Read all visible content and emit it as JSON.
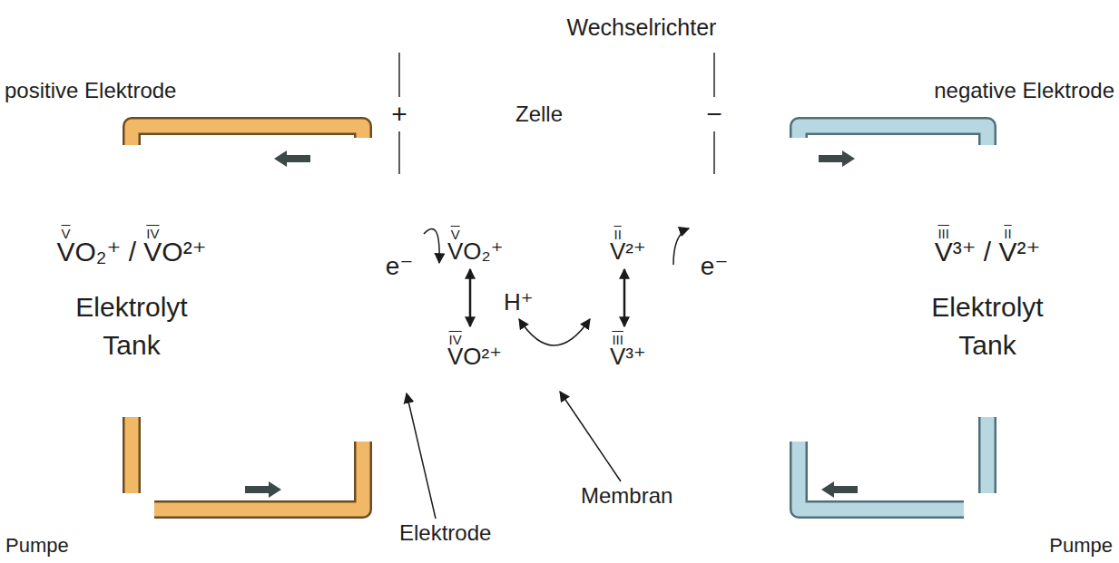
{
  "diagram": {
    "nodes": [
      {
        "text": [
          "Wechselrichter"
        ]
      },
      {
        "text": [
          "+"
        ]
      },
      {
        "text": [
          "−"
        ]
      },
      {
        "text": [
          "VO₂⁺ / VO²⁺",
          "Elektrolyt Tank"
        ]
      },
      {
        "text": [
          "Zelle"
        ]
      },
      {
        "text": [
          "e⁻"
        ],
        "in": 4
      },
      {
        "text": [
          "e⁻"
        ],
        "in": 4
      },
      {
        "text": [
          "V³⁺ / V²⁺",
          "Elektrolyt Tank"
        ]
      },
      {
        "text": [
          "Pumpe"
        ]
      },
      {
        "text": [
          "Pumpe"
        ]
      }
    ],
    "edges": [
      {
        "from": 0,
        "to": 1,
        "arrow": "none"
      },
      {
        "from": 0,
        "to": 2,
        "arrow": "none"
      },
      {
        "from": 1,
        "to": 5,
        "arrow": "none"
      },
      {
        "from": 2,
        "to": 6,
        "arrow": "none"
      },
      {
        "from": 4,
        "to": 3,
        "arrow": "none"
      },
      {
        "from": 3,
        "to": 8,
        "arrow": "none"
      },
      {
        "from": 8,
        "to": 4,
        "arrow": "none"
      },
      {
        "from": 4,
        "to": 7,
        "arrow": "none"
      },
      {
        "from": 7,
        "to": 9,
        "arrow": "none"
      },
      {
        "from": 9,
        "to": 4,
        "arrow": "none"
      }
    ],
    "labels": [
      "positive Elektrode",
      "negative Elektrode",
      "V",
      "IV",
      "V",
      "VO₂⁺",
      "IV",
      "VO²⁺",
      "H⁺",
      "II",
      "V²⁺",
      "III",
      "V³⁺",
      "III",
      "II",
      "Membran",
      "Elektrode"
    ]
  }
}
